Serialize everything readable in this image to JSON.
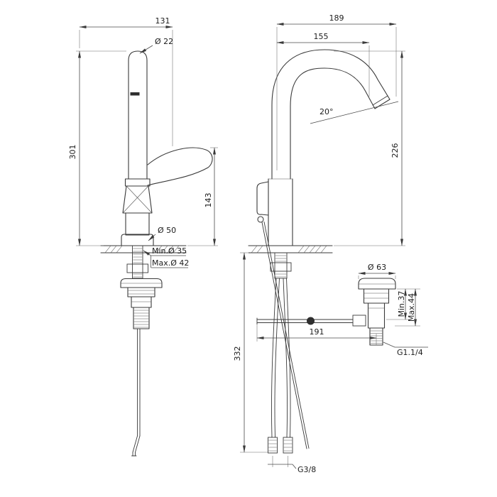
{
  "drawing": {
    "type": "technical-dimension-drawing",
    "subject": "single-lever basin mixer with pop-up waste, side view and front view",
    "colors": {
      "line": "#3a3a3a",
      "text": "#1c1c1c",
      "background": "#ffffff"
    },
    "left_view": {
      "width_top": "131",
      "spout_diameter": "Ø 22",
      "total_height": "301",
      "handle_height": "143",
      "base_diameter": "Ø 50",
      "hole_min": "Min.Ø 35",
      "hole_max": "Max.Ø 42"
    },
    "right_view": {
      "overall_reach": "189",
      "spout_reach": "155",
      "spout_angle": "20°",
      "spout_height": "226",
      "below_deck_length": "332",
      "rod_length": "191",
      "waste_diameter": "Ø 63",
      "waste_min": "Min.37",
      "waste_max": "Max.44",
      "waste_thread": "G1.1/4",
      "supply_thread": "G3/8"
    }
  }
}
